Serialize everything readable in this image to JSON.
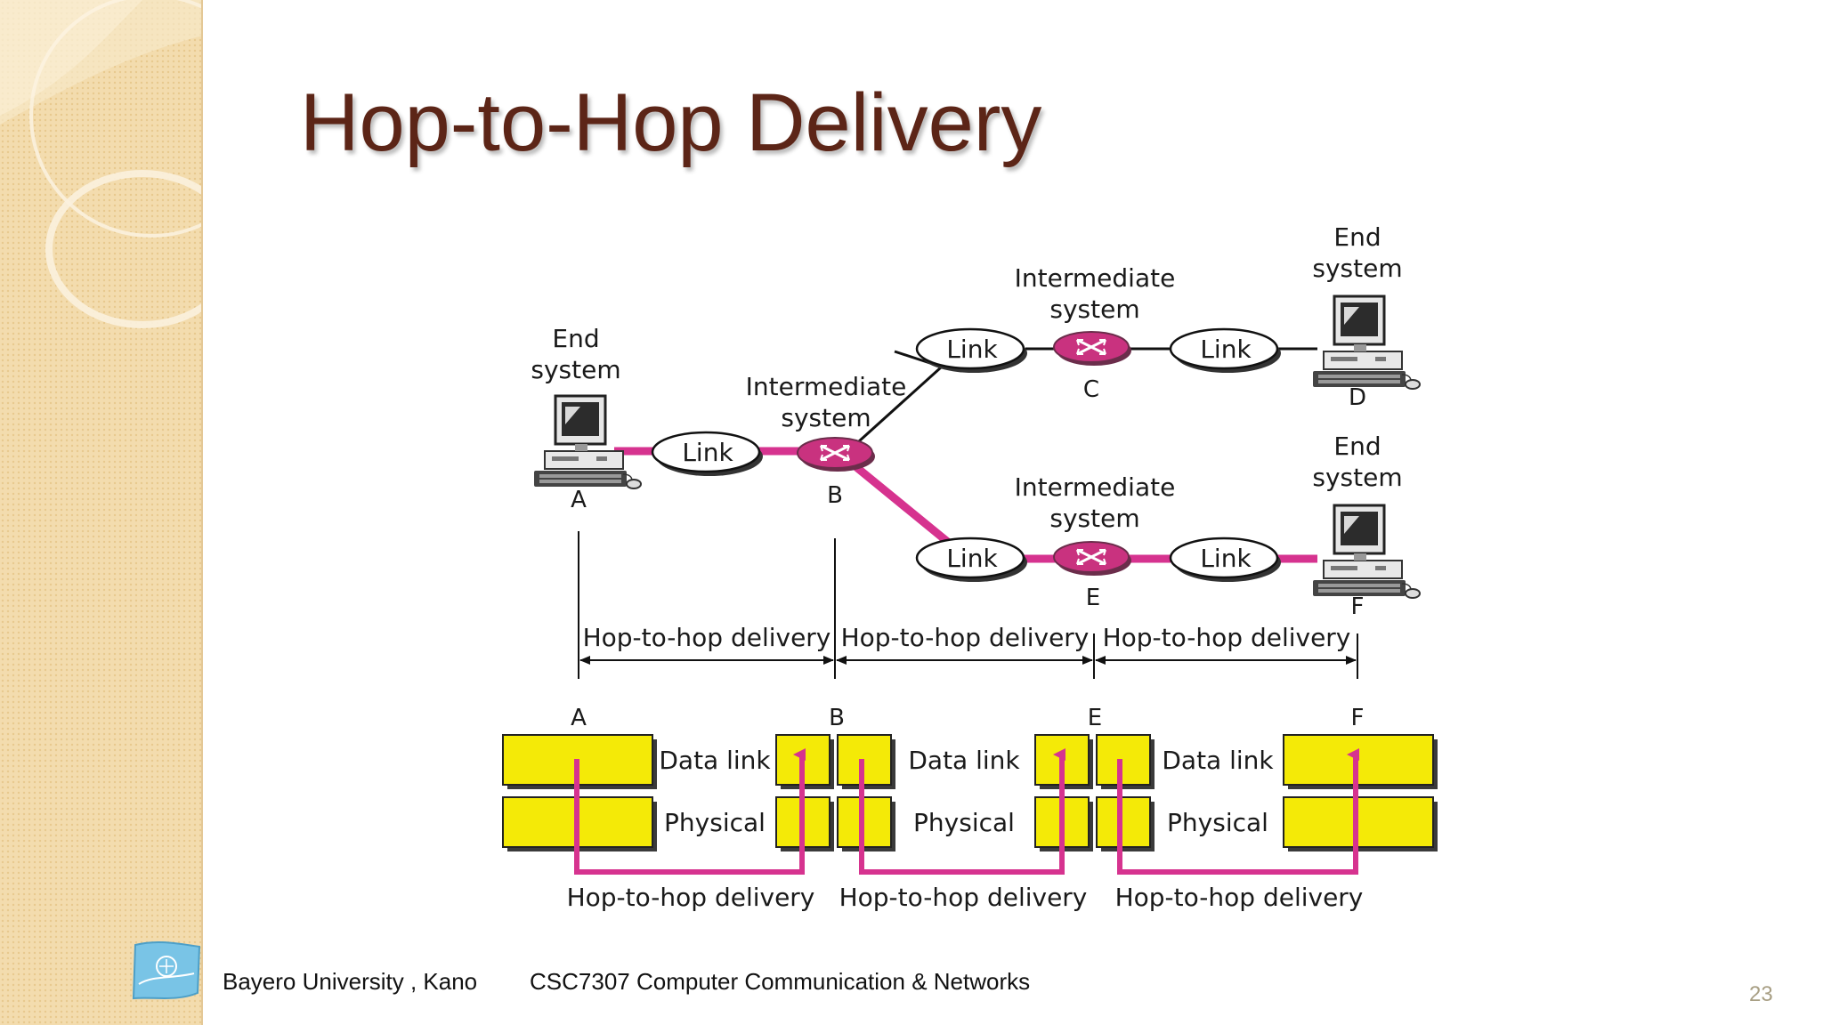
{
  "slide": {
    "title": "Hop-to-Hop Delivery",
    "page_number": "23",
    "footer": {
      "university": "Bayero University , Kano",
      "course": "CSC7307 Computer Communication & Networks"
    }
  },
  "diagram": {
    "nodes": {
      "A": {
        "label": "A",
        "role_line1": "End",
        "role_line2": "system"
      },
      "B": {
        "label": "B",
        "role_line1": "Intermediate",
        "role_line2": "system"
      },
      "C": {
        "label": "C",
        "role_line1": "Intermediate",
        "role_line2": "system"
      },
      "D": {
        "label": "D",
        "role_line1": "End",
        "role_line2": "system"
      },
      "E": {
        "label": "E",
        "role_line1": "Intermediate",
        "role_line2": "system"
      },
      "F": {
        "label": "F",
        "role_line1": "End",
        "role_line2": "system"
      }
    },
    "link_label": "Link",
    "hop_label": "Hop-to-hop delivery",
    "stack_labels": [
      "A",
      "B",
      "E",
      "F"
    ],
    "layers": {
      "data_link": "Data link",
      "physical": "Physical"
    }
  },
  "colors": {
    "title": "#5c2517",
    "path_magenta": "#d6338f",
    "layer_yellow": "#f4ea07",
    "sidebar": "#f3ddb0"
  },
  "icons": [
    "computer-icon",
    "router-icon",
    "university-logo"
  ]
}
